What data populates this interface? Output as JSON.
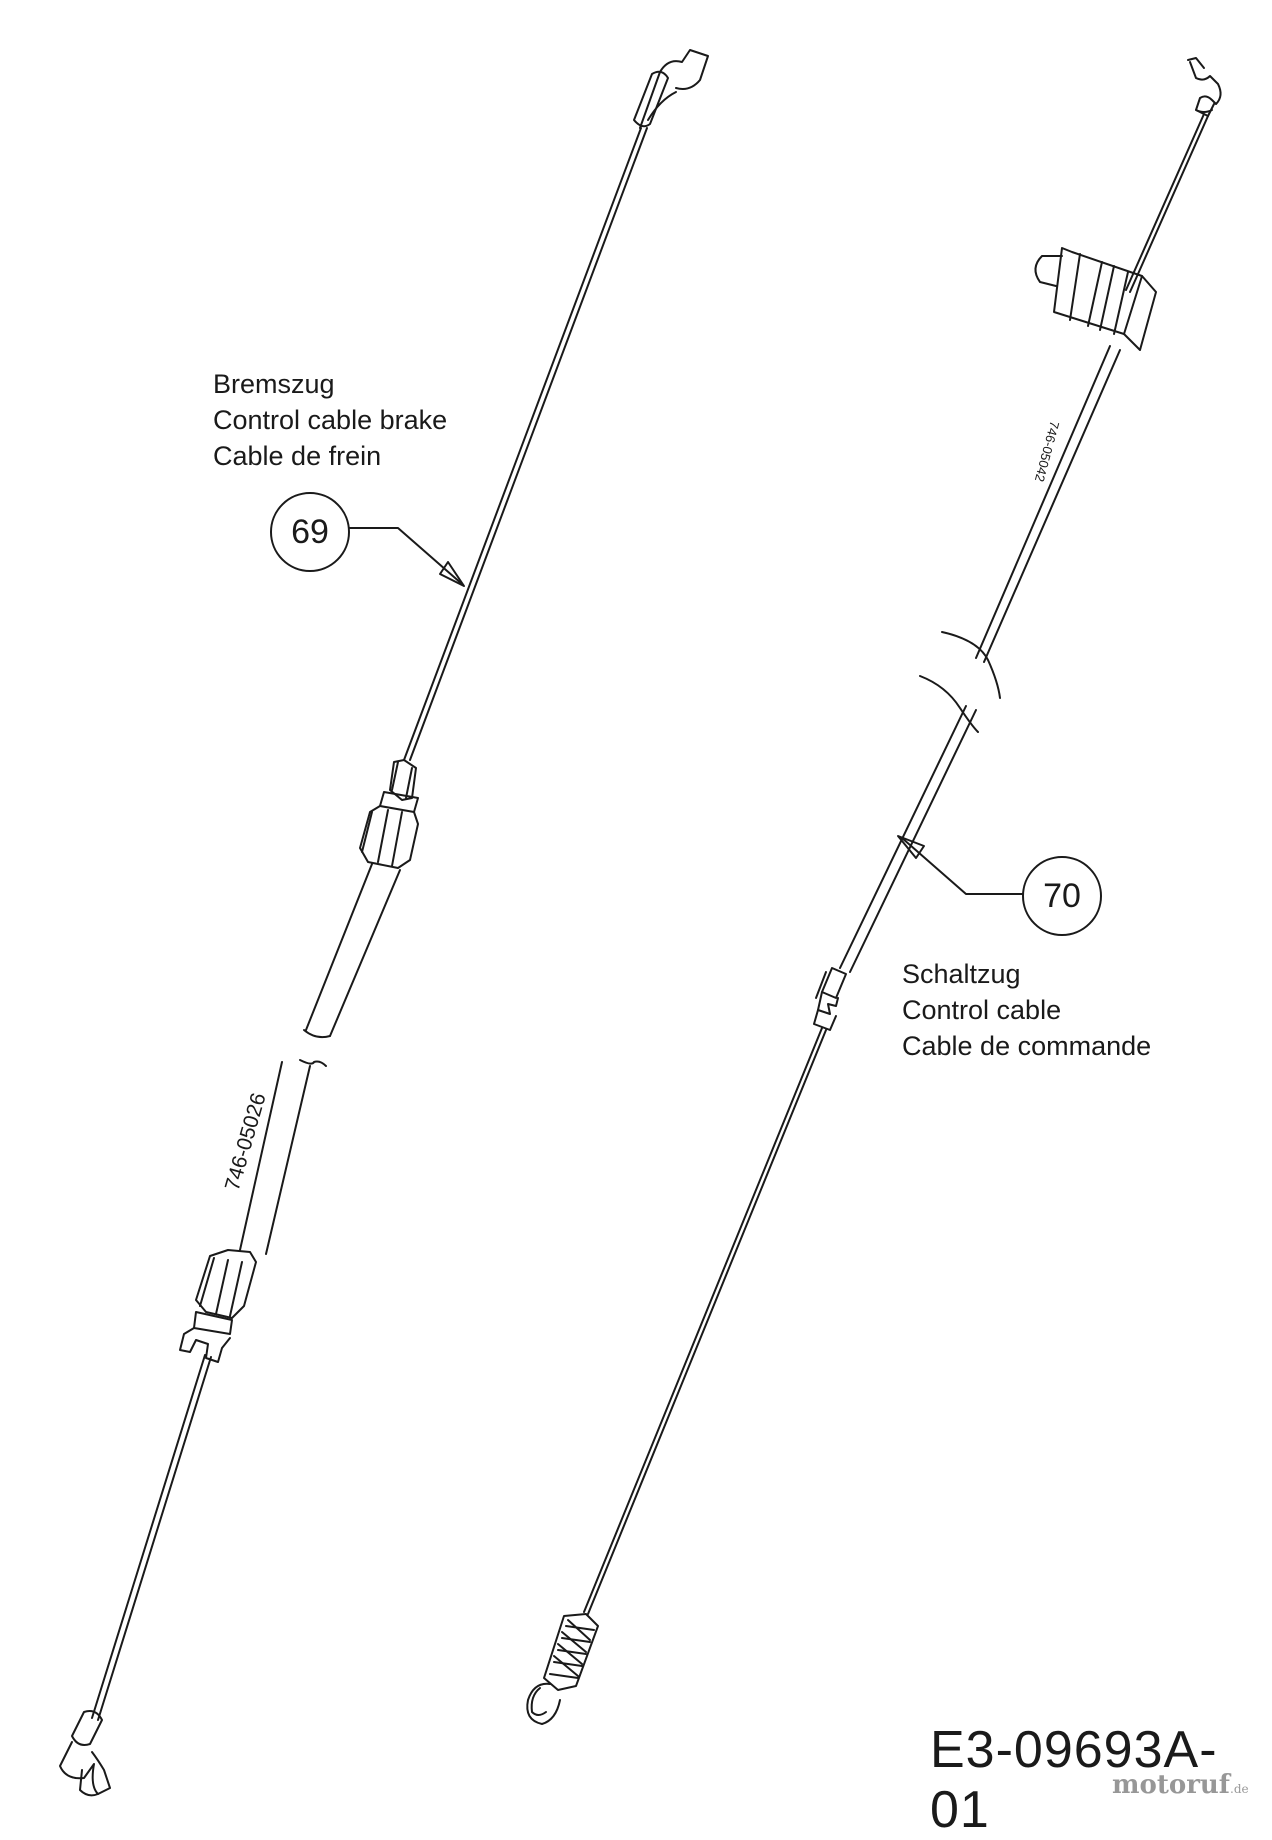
{
  "parts": [
    {
      "number": "69",
      "labels": [
        "Bremszug",
        "Control cable brake",
        "Cable de frein"
      ],
      "cable_marking": "746-05026"
    },
    {
      "number": "70",
      "labels": [
        "Schaltzug",
        "Control cable",
        "Cable de commande"
      ],
      "cable_marking": "746-05042"
    }
  ],
  "drawing_id": "E3-09693A-01",
  "watermark": {
    "text": "motoruf",
    "suffix": ".de"
  },
  "colors": {
    "line": "#1a1a1a",
    "background": "#ffffff"
  }
}
